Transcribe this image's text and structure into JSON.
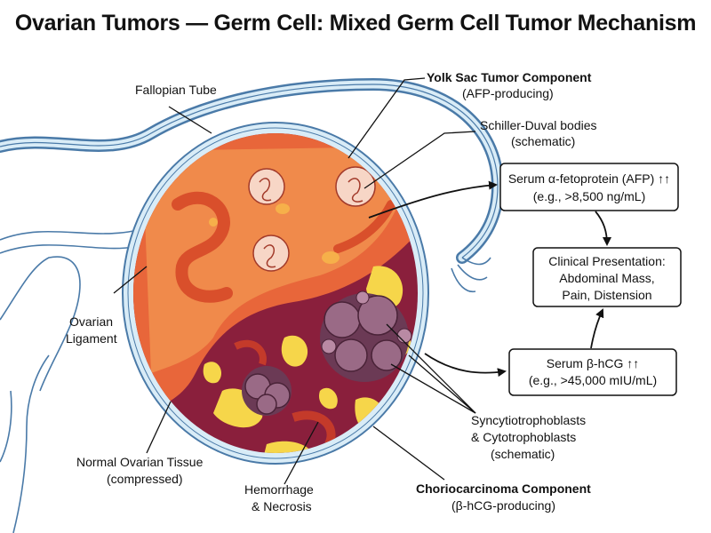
{
  "title": "Ovarian Tumors — Germ Cell: Mixed Germ Cell Tumor Mechanism",
  "labels": {
    "fallopian_tube": "Fallopian Tube",
    "ovarian_ligament": [
      "Ovarian",
      "Ligament"
    ],
    "normal_tissue": [
      "Normal Ovarian Tissue",
      "(compressed)"
    ],
    "hemorrhage": [
      "Hemorrhage",
      "& Necrosis"
    ],
    "yolk_sac": {
      "title": "Yolk Sac Tumor Component",
      "sub": "(AFP-producing)"
    },
    "schiller_duval": [
      "Schiller-Duval bodies",
      "(schematic)"
    ],
    "trophoblasts": [
      "Syncytiotrophoblasts",
      "& Cytotrophoblasts",
      "(schematic)"
    ],
    "choriocarcinoma": {
      "title": "Choriocarcinoma Component",
      "sub": "(β-hCG-producing)"
    }
  },
  "boxes": {
    "afp": [
      "Serum α-fetoprotein (AFP) ↑↑",
      "(e.g., >8,500 ng/mL)"
    ],
    "clinical": [
      "Clinical Presentation:",
      "Abdominal Mass,",
      "Pain, Distension"
    ],
    "hcg": [
      "Serum β-hCG ↑↑",
      "(e.g., >45,000 mIU/mL)"
    ]
  },
  "colors": {
    "capsule_blue": "#4a7aa8",
    "capsule_fill": "#d9ecf7",
    "yolk_orange": "#f08a4b",
    "yolk_deep": "#d94f2b",
    "chorio_maroon": "#8a1f3c",
    "hemorrhage_yellow": "#f6d64a",
    "cell_purple": "#9a6a86"
  }
}
